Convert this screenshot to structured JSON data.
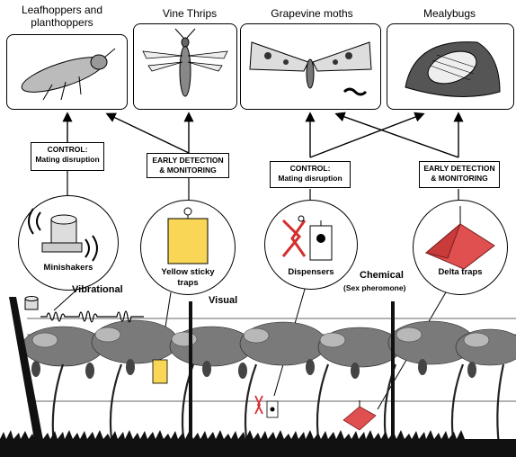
{
  "pests": [
    {
      "name": "Leafhoppers and planthoppers",
      "icon": "leafhopper-icon"
    },
    {
      "name": "Vine Thrips",
      "icon": "thrips-icon"
    },
    {
      "name": "Grapevine moths",
      "icon": "moth-icon"
    },
    {
      "name": "Mealybugs",
      "icon": "mealybug-icon"
    }
  ],
  "methods": [
    {
      "line1": "CONTROL:",
      "line2": "Mating disruption"
    },
    {
      "line1": "EARLY DETECTION",
      "line2": "& MONITORING"
    },
    {
      "line1": "CONTROL:",
      "line2": "Mating disruption"
    },
    {
      "line1": "EARLY DETECTION",
      "line2": "& MONITORING"
    }
  ],
  "tools": [
    {
      "line1": "Minishakers",
      "line2": "",
      "icon": "minishaker-icon"
    },
    {
      "line1": "Yellow sticky",
      "line2": "traps",
      "icon": "sticky-trap-icon"
    },
    {
      "line1": "Dispensers",
      "line2": "",
      "icon": "dispenser-icon"
    },
    {
      "line1": "Delta traps",
      "line2": "",
      "icon": "delta-trap-icon"
    }
  ],
  "modes": {
    "vibrational": "Vibrational",
    "visual": "Visual",
    "chemical": "Chemical",
    "chemical_sub": "(Sex pheromone)"
  },
  "colors": {
    "trap_yellow": "#f9d655",
    "delta_red": "#e05050",
    "dispenser_red": "#d23030"
  }
}
